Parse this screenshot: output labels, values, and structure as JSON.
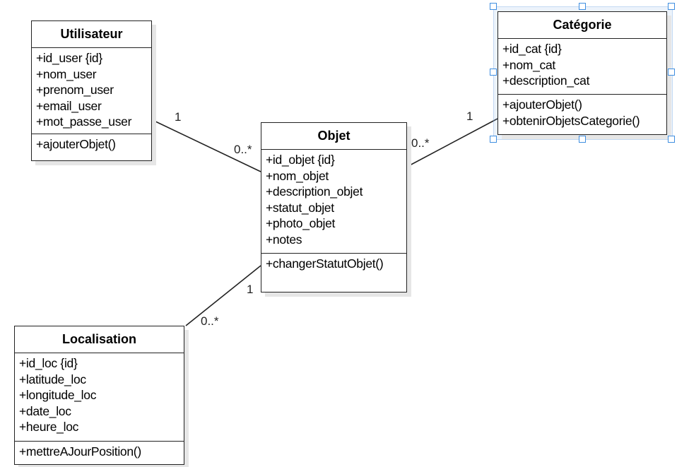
{
  "classes": {
    "utilisateur": {
      "name": "Utilisateur",
      "attributes": [
        "+id_user {id}",
        "+nom_user",
        "+prenom_user",
        "+email_user",
        "+mot_passe_user"
      ],
      "methods": [
        "+ajouterObjet()"
      ]
    },
    "objet": {
      "name": "Objet",
      "attributes": [
        "+id_objet {id}",
        "+nom_objet",
        "+description_objet",
        "+statut_objet",
        "+photo_objet",
        "+notes"
      ],
      "methods": [
        "+changerStatutObjet()"
      ]
    },
    "categorie": {
      "name": "Catégorie",
      "attributes": [
        "+id_cat {id}",
        "+nom_cat",
        "+description_cat"
      ],
      "methods": [
        "+ajouterObjet()",
        "+obtenirObjetsCategorie()"
      ]
    },
    "localisation": {
      "name": "Localisation",
      "attributes": [
        "+id_loc {id}",
        "+latitude_loc",
        "+longitude_loc",
        "+date_loc",
        "+heure_loc"
      ],
      "methods": [
        "+mettreAJourPosition()"
      ]
    }
  },
  "associations": [
    {
      "from": "utilisateur",
      "to": "objet",
      "from_multiplicity": "1",
      "to_multiplicity": "0..*"
    },
    {
      "from": "objet",
      "to": "categorie",
      "from_multiplicity": "0..*",
      "to_multiplicity": "1"
    },
    {
      "from": "objet",
      "to": "localisation",
      "from_multiplicity": "1",
      "to_multiplicity": "0..*"
    }
  ],
  "selected_class": "categorie",
  "colors": {
    "border": "#222222",
    "selection_handle": "#3f8ee0",
    "shadow": "#e6e6e6"
  }
}
